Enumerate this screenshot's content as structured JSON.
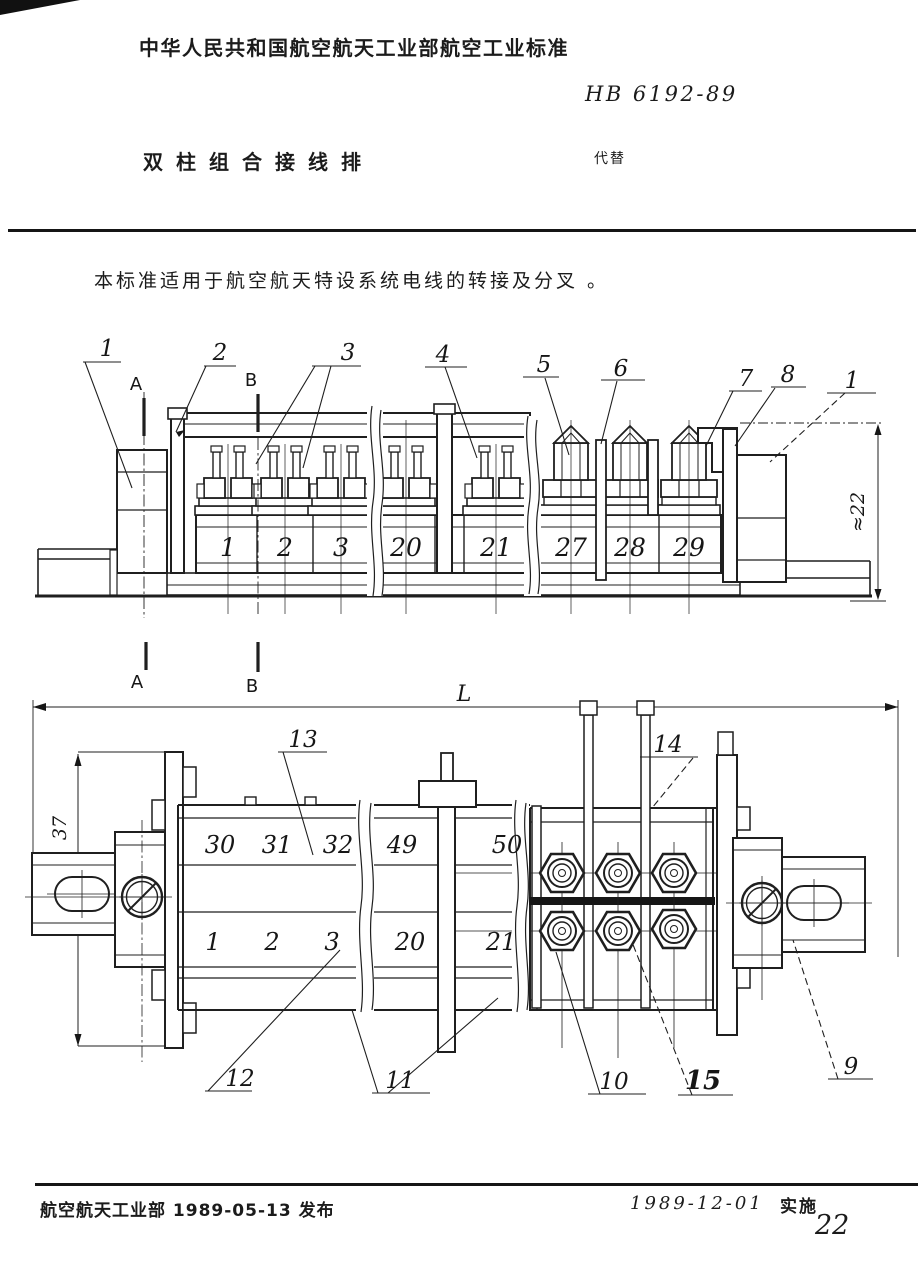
{
  "header": {
    "org_line": "中华人民共和国航空航天工业部航空工业标准",
    "standard_no": "HB 6192-89",
    "title": "双柱组合接线排",
    "supersedes_label": "代替"
  },
  "scope": "本标准适用于航空航天特设系统电线的转接及分叉 。",
  "figure1": {
    "callouts": [
      "1",
      "2",
      "3",
      "4",
      "5",
      "6",
      "7",
      "8",
      "1"
    ],
    "section_a": "A",
    "section_b": "B",
    "terminals": [
      "1",
      "2",
      "3",
      "20",
      "21",
      "27",
      "28",
      "29"
    ],
    "height_dim": "≈22"
  },
  "between": {
    "section_a": "A",
    "section_b": "B",
    "length_dim": "L"
  },
  "figure2": {
    "width_dim": "37",
    "callout_13": "13",
    "callout_14": "14",
    "top_row": [
      "30",
      "31",
      "32",
      "49",
      "50"
    ],
    "bottom_row": [
      "1",
      "2",
      "3",
      "20",
      "21"
    ],
    "bottom_callouts": [
      "12",
      "11",
      "10",
      "15",
      "9"
    ]
  },
  "footer": {
    "issue_text": "航空航天工业部 1989-05-13 发布",
    "implement_date": "1989-12-01",
    "implement_label": "实施",
    "page_number": "22"
  },
  "colors": {
    "ink": "#1b1b1b",
    "paper": "#ffffff"
  }
}
